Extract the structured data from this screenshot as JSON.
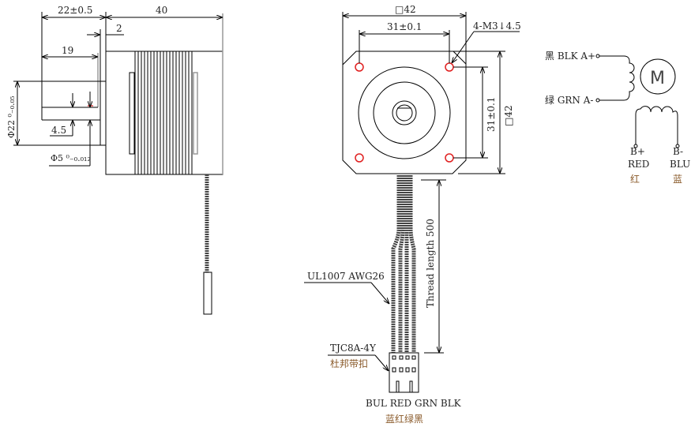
{
  "side_view": {
    "dim_shaft_length": "22±0.5",
    "dim_body_length": "40",
    "dim_boss": "2",
    "dim_shaft_19": "19",
    "dim_boss_dia": "Φ22 ⁰₋₀.₀₅",
    "dim_flat": "4.5",
    "dim_shaft_dia": "Φ5 ⁰₋₀.₀₁₂"
  },
  "front_view": {
    "dim_square_top": "□42",
    "dim_hole_spacing_h": "31±0.1",
    "dim_holes": "4-M3↓4.5",
    "dim_hole_spacing_v": "31±0.1",
    "dim_square_side": "□42",
    "thread_length": "Thread length 500",
    "wire_spec": "UL1007 AWG26",
    "connector_model": "TJC8A-4Y",
    "connector_cn": "杜邦带扣",
    "wire_colors": "BUL RED GRN BLK",
    "wire_colors_cn": "蓝红绿黑"
  },
  "schematic": {
    "a_plus": "黑 BLK A+",
    "a_minus": "绿 GRN A-",
    "motor": "M",
    "b_plus": "B+",
    "b_plus_color": "RED",
    "b_plus_cn": "红",
    "b_minus": "B-",
    "b_minus_color": "BLU",
    "b_minus_cn": "蓝"
  },
  "colors": {
    "hole": "#e02020",
    "text_cn": "#8a5a2a"
  }
}
